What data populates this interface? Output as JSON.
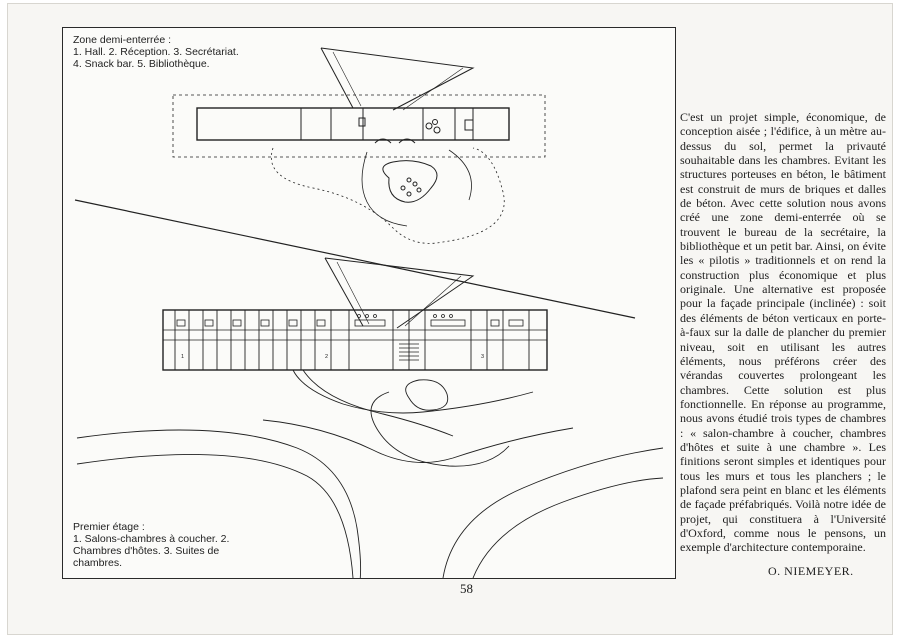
{
  "plan_top": {
    "title": "Zone demi-enterrée :",
    "legend_line1": "1. Hall. 2. Réception. 3. Secrétariat.",
    "legend_line2": "4. Snack bar. 5. Bibliothèque."
  },
  "plan_bottom": {
    "title": "Premier étage :",
    "legend_line1": "1. Salons-chambres à coucher. 2.",
    "legend_line2": "Chambres d'hôtes. 3. Suites de",
    "legend_line3": "chambres.",
    "room_numbers": [
      "1",
      "2",
      "3"
    ]
  },
  "article": {
    "text": "C'est un projet simple, économique, de conception aisée ; l'édifice, à un mètre au-dessus du sol, permet la privauté souhaitable dans les chambres. Evitant les structures porteuses en béton, le bâtiment est construit de murs de briques et dalles de béton. Avec cette solution nous avons créé une zone demi-enterrée où se trouvent le bureau de la secrétaire, la bibliothèque et un petit bar. Ainsi, on évite les « pilotis » traditionnels et on rend la construction plus économique et plus originale. Une alternative est proposée pour la façade principale (inclinée) : soit des éléments de béton verticaux en porte-à-faux sur la dalle de plancher du premier niveau, soit en utilisant les autres éléments, nous préférons créer des vérandas couvertes prolongeant les chambres. Cette solution est plus fonctionnelle. En réponse au programme, nous avons étudié trois types de chambres : « salon-chambre à coucher, chambres d'hôtes et suite à une chambre ». Les finitions seront simples et identiques pour tous les murs et tous les planchers ; le plafond sera peint en blanc et les éléments de façade préfabriqués. Voilà notre idée de projet, qui constituera à l'Université d'Oxford, comme nous le pensons, un exemple d'architecture contemporaine.",
    "signature": "O. NIEMEYER."
  },
  "page": {
    "number": "58"
  }
}
